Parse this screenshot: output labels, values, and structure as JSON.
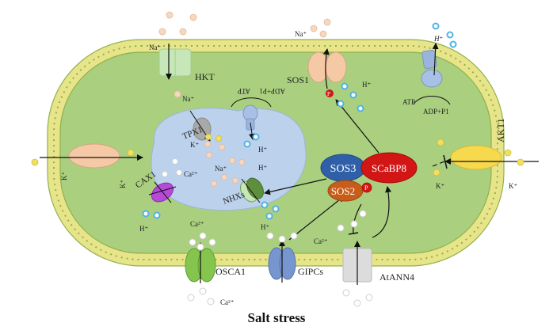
{
  "caption": "Salt stress",
  "colors": {
    "cell_green": "#a9cf7f",
    "vacuole_blue": "#bcd1ec",
    "lipid_yellow": "#e7e48a",
    "lipid_green": "#8fb24c",
    "na_ion": "#f6d7bf",
    "k_ion": "#f1df63",
    "h_ion": "#4fb4e4",
    "ca_ion": "#ffffff",
    "sos3": "#2f5fa8",
    "scabp8": "#d21616",
    "sos2": "#c85d1a",
    "phospho": "#d21616"
  },
  "labels": {
    "hkt": "HKT",
    "sos1": "SOS1",
    "akt1": "AKT1",
    "tpk1": "TPX1",
    "cax1": "CAX1",
    "nhxs": "NHXs",
    "sos3": "SOS3",
    "scabp8": "SCaBP8",
    "sos2": "SOS2",
    "osca1": "OSCA1",
    "glpcs": "GIPCs",
    "atann4": "AtANN4",
    "phospho_p": "P"
  },
  "ions": {
    "na_out_hkt": "Na⁺",
    "na_in_hkt": "Na⁺",
    "na_out_sos1": "Na⁺",
    "h_in_sos1": "H⁺",
    "h_out_pump": "H⁺",
    "atp_pm": "ATP",
    "adp_pm": "ADP+P1",
    "atp_vac": "ATP",
    "adp_vac": "ADP+P1",
    "h_vac_pump": "H⁺",
    "k_tpk": "K⁺",
    "k_left_out": "K⁺",
    "k_left_in": "K⁺",
    "k_right_in": "K⁺",
    "k_right_out": "K⁺",
    "ca_vac": "Ca²⁺",
    "na_vac": "Na⁺",
    "h_vac_low": "H⁺",
    "ca_cyto_vac": "Ca²⁺",
    "h_cax": "H⁺",
    "h_nhx": "H⁺",
    "ca_cyto_mid": "Ca²⁺",
    "ca_out_osca": "Ca²⁺"
  }
}
